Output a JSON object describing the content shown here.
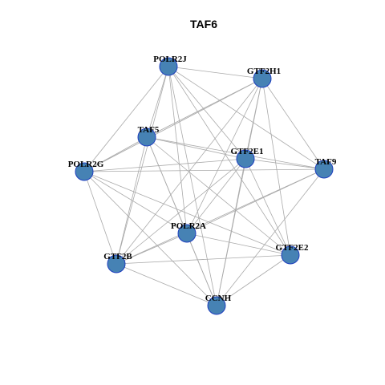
{
  "title": "TAF6",
  "colors": {
    "node_fill": "#4682b4",
    "node_stroke": "#1f3fbf",
    "edge": "#aaaaaa"
  },
  "nodes": [
    {
      "id": "POLR2J",
      "label": "POLR2J"
    },
    {
      "id": "GTF2H1",
      "label": "GTF2H1"
    },
    {
      "id": "TAF5",
      "label": "TAF5"
    },
    {
      "id": "GTF2E1",
      "label": "GTF2E1"
    },
    {
      "id": "TAF9",
      "label": "TAF9"
    },
    {
      "id": "POLR2G",
      "label": "POLR2G"
    },
    {
      "id": "POLR2A",
      "label": "POLR2A"
    },
    {
      "id": "GTF2E2",
      "label": "GTF2E2"
    },
    {
      "id": "GTF2B",
      "label": "GTF2B"
    },
    {
      "id": "CCNH",
      "label": "CCNH"
    }
  ],
  "edges": [
    [
      "POLR2J",
      "GTF2H1"
    ],
    [
      "POLR2J",
      "TAF5"
    ],
    [
      "POLR2J",
      "POLR2G"
    ],
    [
      "POLR2J",
      "GTF2E1"
    ],
    [
      "POLR2J",
      "TAF9"
    ],
    [
      "POLR2J",
      "POLR2A"
    ],
    [
      "POLR2J",
      "GTF2E2"
    ],
    [
      "POLR2J",
      "GTF2B"
    ],
    [
      "POLR2J",
      "CCNH"
    ],
    [
      "GTF2H1",
      "TAF5"
    ],
    [
      "GTF2H1",
      "GTF2E1"
    ],
    [
      "GTF2H1",
      "TAF9"
    ],
    [
      "GTF2H1",
      "POLR2G"
    ],
    [
      "GTF2H1",
      "POLR2A"
    ],
    [
      "GTF2H1",
      "GTF2E2"
    ],
    [
      "GTF2H1",
      "GTF2B"
    ],
    [
      "GTF2H1",
      "CCNH"
    ],
    [
      "TAF5",
      "POLR2G"
    ],
    [
      "TAF5",
      "GTF2E1"
    ],
    [
      "TAF5",
      "TAF9"
    ],
    [
      "TAF5",
      "POLR2A"
    ],
    [
      "TAF5",
      "GTF2E2"
    ],
    [
      "TAF5",
      "GTF2B"
    ],
    [
      "TAF5",
      "CCNH"
    ],
    [
      "GTF2E1",
      "POLR2G"
    ],
    [
      "GTF2E1",
      "TAF9"
    ],
    [
      "GTF2E1",
      "POLR2A"
    ],
    [
      "GTF2E1",
      "GTF2E2"
    ],
    [
      "GTF2E1",
      "GTF2B"
    ],
    [
      "GTF2E1",
      "CCNH"
    ],
    [
      "TAF9",
      "POLR2G"
    ],
    [
      "TAF9",
      "POLR2A"
    ],
    [
      "TAF9",
      "GTF2B"
    ],
    [
      "TAF9",
      "CCNH"
    ],
    [
      "POLR2G",
      "POLR2A"
    ],
    [
      "POLR2G",
      "GTF2E2"
    ],
    [
      "POLR2G",
      "GTF2B"
    ],
    [
      "POLR2G",
      "CCNH"
    ],
    [
      "POLR2A",
      "GTF2E2"
    ],
    [
      "POLR2A",
      "GTF2B"
    ],
    [
      "POLR2A",
      "CCNH"
    ],
    [
      "GTF2E2",
      "GTF2B"
    ],
    [
      "GTF2E2",
      "CCNH"
    ],
    [
      "GTF2B",
      "CCNH"
    ]
  ]
}
